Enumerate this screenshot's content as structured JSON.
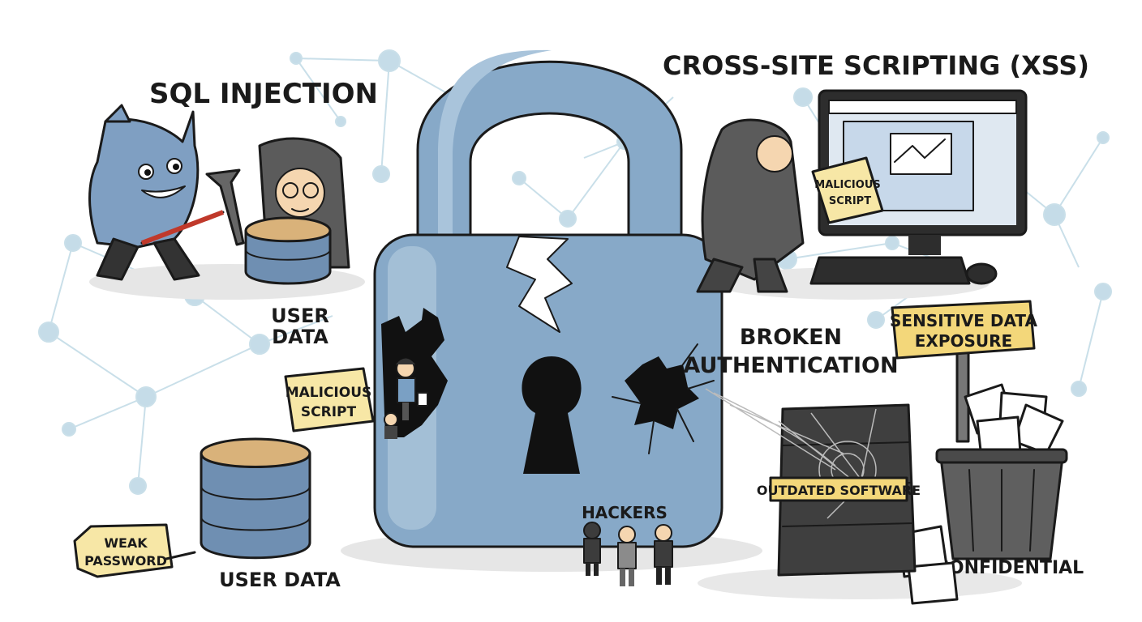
{
  "labels": {
    "sql_injection": "SQL INJECTION",
    "xss": "CROSS-SITE SCRIPTING (XSS)",
    "user_data_top_line1": "USER",
    "user_data_top_line2": "DATA",
    "user_data_bottom": "USER DATA",
    "malicious_script_left_line1": "MALICIOUS",
    "malicious_script_left_line2": "SCRIPT",
    "malicious_script_xss_line1": "MALICIOUS",
    "malicious_script_xss_line2": "SCRIPT",
    "weak_password_line1": "WEAK",
    "weak_password_line2": "PASSWORD",
    "broken_auth_line1": "BROKEN",
    "broken_auth_line2": "AUTHENTICATION",
    "sensitive_data_line1": "SENSITIVE DATA",
    "sensitive_data_line2": "EXPOSURE",
    "outdated_software": "OUTDATED SOFTWARE",
    "hackers": "HACKERS",
    "confidential": "CONFIDENTIAL"
  },
  "colors": {
    "lock_blue": "#87a9c8",
    "network_node": "#c5dce8",
    "note_yellow": "#f7e7a6",
    "sign_wood": "#f3d77a",
    "hood_gray": "#5b5b5b"
  }
}
